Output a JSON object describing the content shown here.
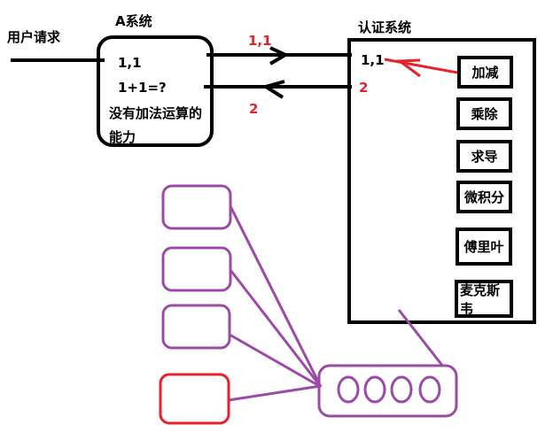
{
  "labels": {
    "user_request": "用户请求",
    "a_system_title": "A系统",
    "auth_system_title": "认证系统"
  },
  "a_system": {
    "line1": "1,1",
    "line2": "1+1=?",
    "line3": "没有加法运算的",
    "line4": "能力"
  },
  "arrows": {
    "request_label": "1,1",
    "response_label": "2"
  },
  "auth_system": {
    "received_value": "1,1",
    "result_value": "2",
    "functions": [
      "加减",
      "乘除",
      "求导",
      "微积分",
      "傅里叶",
      "麦克斯韦"
    ]
  },
  "colors": {
    "black": "#000000",
    "red": "#e8202a",
    "purple": "#9b4aa6"
  },
  "cluster": {
    "client_boxes": 4,
    "highlighted_box_index": 3,
    "pool_circles": 4
  }
}
